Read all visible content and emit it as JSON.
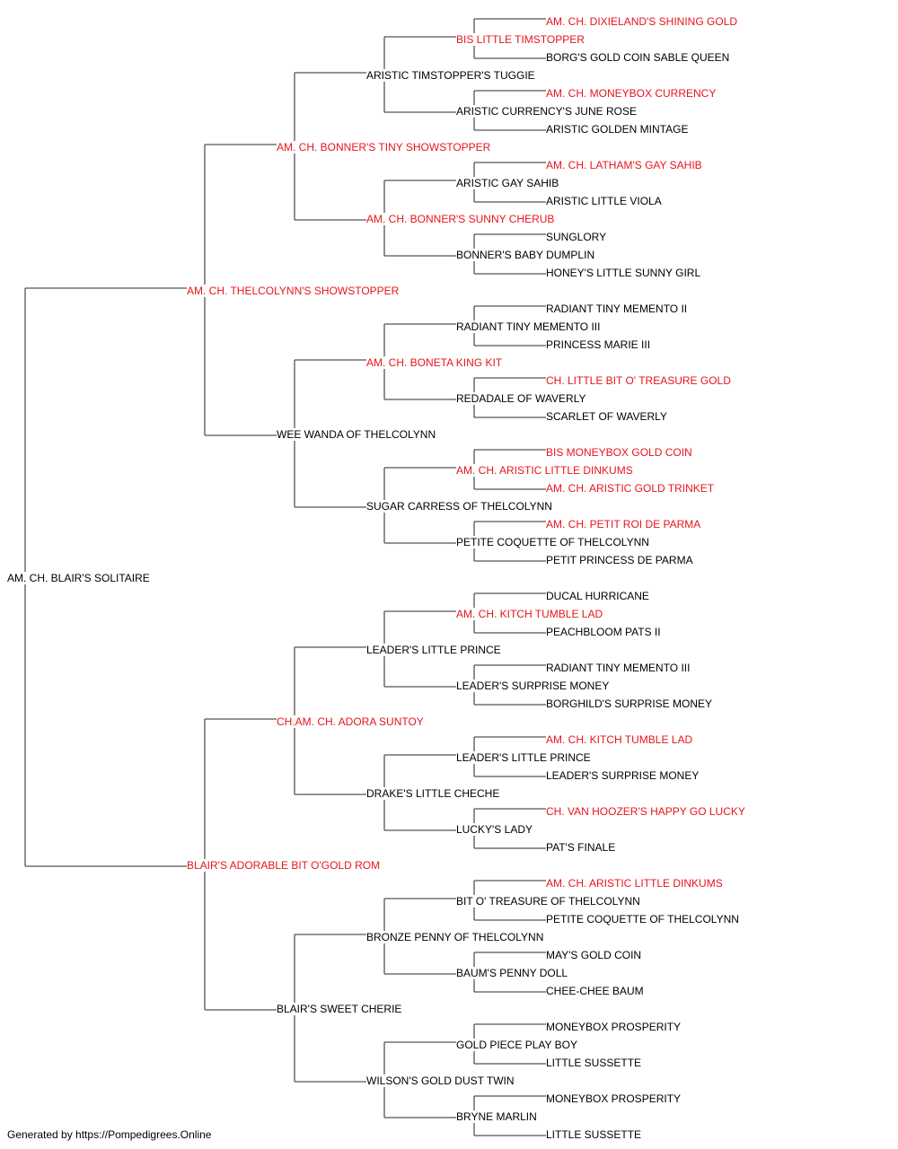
{
  "colors": {
    "champion": "#e8141b",
    "normal": "#000000",
    "line": "#555555"
  },
  "pedigree": {
    "name": "AM. CH. BLAIR'S SOLITAIRE",
    "champ": false,
    "sire": {
      "name": "AM. CH. THELCOLYNN'S SHOWSTOPPER",
      "champ": true,
      "sire": {
        "name": "AM. CH. BONNER'S TINY SHOWSTOPPER",
        "champ": true,
        "sire": {
          "name": "ARISTIC TIMSTOPPER'S TUGGIE",
          "champ": false,
          "sire": {
            "name": "BIS LITTLE TIMSTOPPER",
            "champ": true,
            "sire": {
              "name": "AM. CH. DIXIELAND'S SHINING GOLD",
              "champ": true
            },
            "dam": {
              "name": "BORG'S GOLD COIN SABLE QUEEN",
              "champ": false
            }
          },
          "dam": {
            "name": "ARISTIC CURRENCY'S JUNE ROSE",
            "champ": false,
            "sire": {
              "name": "AM. CH. MONEYBOX CURRENCY",
              "champ": true
            },
            "dam": {
              "name": "ARISTIC GOLDEN MINTAGE",
              "champ": false
            }
          }
        },
        "dam": {
          "name": "AM. CH. BONNER'S SUNNY CHERUB",
          "champ": true,
          "sire": {
            "name": "ARISTIC GAY SAHIB",
            "champ": false,
            "sire": {
              "name": "AM. CH. LATHAM'S GAY SAHIB",
              "champ": true
            },
            "dam": {
              "name": "ARISTIC LITTLE VIOLA",
              "champ": false
            }
          },
          "dam": {
            "name": "BONNER'S BABY DUMPLIN",
            "champ": false,
            "sire": {
              "name": "SUNGLORY",
              "champ": false
            },
            "dam": {
              "name": "HONEY'S LITTLE SUNNY GIRL",
              "champ": false
            }
          }
        }
      },
      "dam": {
        "name": "WEE WANDA OF THELCOLYNN",
        "champ": false,
        "sire": {
          "name": "AM. CH. BONETA KING KIT",
          "champ": true,
          "sire": {
            "name": "RADIANT TINY MEMENTO III",
            "champ": false,
            "sire": {
              "name": "RADIANT TINY MEMENTO II",
              "champ": false
            },
            "dam": {
              "name": "PRINCESS MARIE III",
              "champ": false
            }
          },
          "dam": {
            "name": "REDADALE OF WAVERLY",
            "champ": false,
            "sire": {
              "name": "CH. LITTLE BIT O' TREASURE GOLD",
              "champ": true
            },
            "dam": {
              "name": "SCARLET OF WAVERLY",
              "champ": false
            }
          }
        },
        "dam": {
          "name": "SUGAR CARRESS OF THELCOLYNN",
          "champ": false,
          "sire": {
            "name": "AM. CH. ARISTIC LITTLE DINKUMS",
            "champ": true,
            "sire": {
              "name": "BIS MONEYBOX GOLD COIN",
              "champ": true
            },
            "dam": {
              "name": "AM. CH. ARISTIC GOLD TRINKET",
              "champ": true
            }
          },
          "dam": {
            "name": "PETITE COQUETTE OF THELCOLYNN",
            "champ": false,
            "sire": {
              "name": "AM. CH. PETIT ROI DE PARMA",
              "champ": true
            },
            "dam": {
              "name": "PETIT PRINCESS DE PARMA",
              "champ": false
            }
          }
        }
      }
    },
    "dam": {
      "name": "BLAIR'S ADORABLE BIT O'GOLD ROM",
      "champ": true,
      "sire": {
        "name": "CH.AM. CH. ADORA SUNTOY",
        "champ": true,
        "sire": {
          "name": "LEADER'S LITTLE PRINCE",
          "champ": false,
          "sire": {
            "name": "AM. CH. KITCH TUMBLE LAD",
            "champ": true,
            "sire": {
              "name": "DUCAL HURRICANE",
              "champ": false
            },
            "dam": {
              "name": "PEACHBLOOM PATS II",
              "champ": false
            }
          },
          "dam": {
            "name": "LEADER'S SURPRISE MONEY",
            "champ": false,
            "sire": {
              "name": "RADIANT TINY MEMENTO III",
              "champ": false
            },
            "dam": {
              "name": "BORGHILD'S SURPRISE MONEY",
              "champ": false
            }
          }
        },
        "dam": {
          "name": "DRAKE'S LITTLE CHECHE",
          "champ": false,
          "sire": {
            "name": "LEADER'S LITTLE PRINCE",
            "champ": false,
            "sire": {
              "name": "AM. CH. KITCH TUMBLE LAD",
              "champ": true
            },
            "dam": {
              "name": "LEADER'S SURPRISE MONEY",
              "champ": false
            }
          },
          "dam": {
            "name": "LUCKY'S LADY",
            "champ": false,
            "sire": {
              "name": "CH. VAN HOOZER'S HAPPY GO LUCKY",
              "champ": true
            },
            "dam": {
              "name": "PAT'S FINALE",
              "champ": false
            }
          }
        }
      },
      "dam": {
        "name": "BLAIR'S SWEET CHERIE",
        "champ": false,
        "sire": {
          "name": "BRONZE PENNY OF THELCOLYNN",
          "champ": false,
          "sire": {
            "name": "BIT O' TREASURE OF THELCOLYNN",
            "champ": false,
            "sire": {
              "name": "AM. CH. ARISTIC LITTLE DINKUMS",
              "champ": true
            },
            "dam": {
              "name": "PETITE COQUETTE OF THELCOLYNN",
              "champ": false
            }
          },
          "dam": {
            "name": "BAUM'S PENNY DOLL",
            "champ": false,
            "sire": {
              "name": "MAY'S GOLD COIN",
              "champ": false
            },
            "dam": {
              "name": "CHEE-CHEE BAUM",
              "champ": false
            }
          }
        },
        "dam": {
          "name": "WILSON'S GOLD DUST TWIN",
          "champ": false,
          "sire": {
            "name": "GOLD PIECE PLAY BOY",
            "champ": false,
            "sire": {
              "name": "MONEYBOX PROSPERITY",
              "champ": false
            },
            "dam": {
              "name": "LITTLE SUSSETTE",
              "champ": false
            }
          },
          "dam": {
            "name": "BRYNE MARLIN",
            "champ": false,
            "sire": {
              "name": "MONEYBOX PROSPERITY",
              "champ": false
            },
            "dam": {
              "name": "LITTLE SUSSETTE",
              "champ": false
            }
          }
        }
      }
    }
  },
  "footer": {
    "text": "Generated by https://Pompedigrees.Online"
  }
}
